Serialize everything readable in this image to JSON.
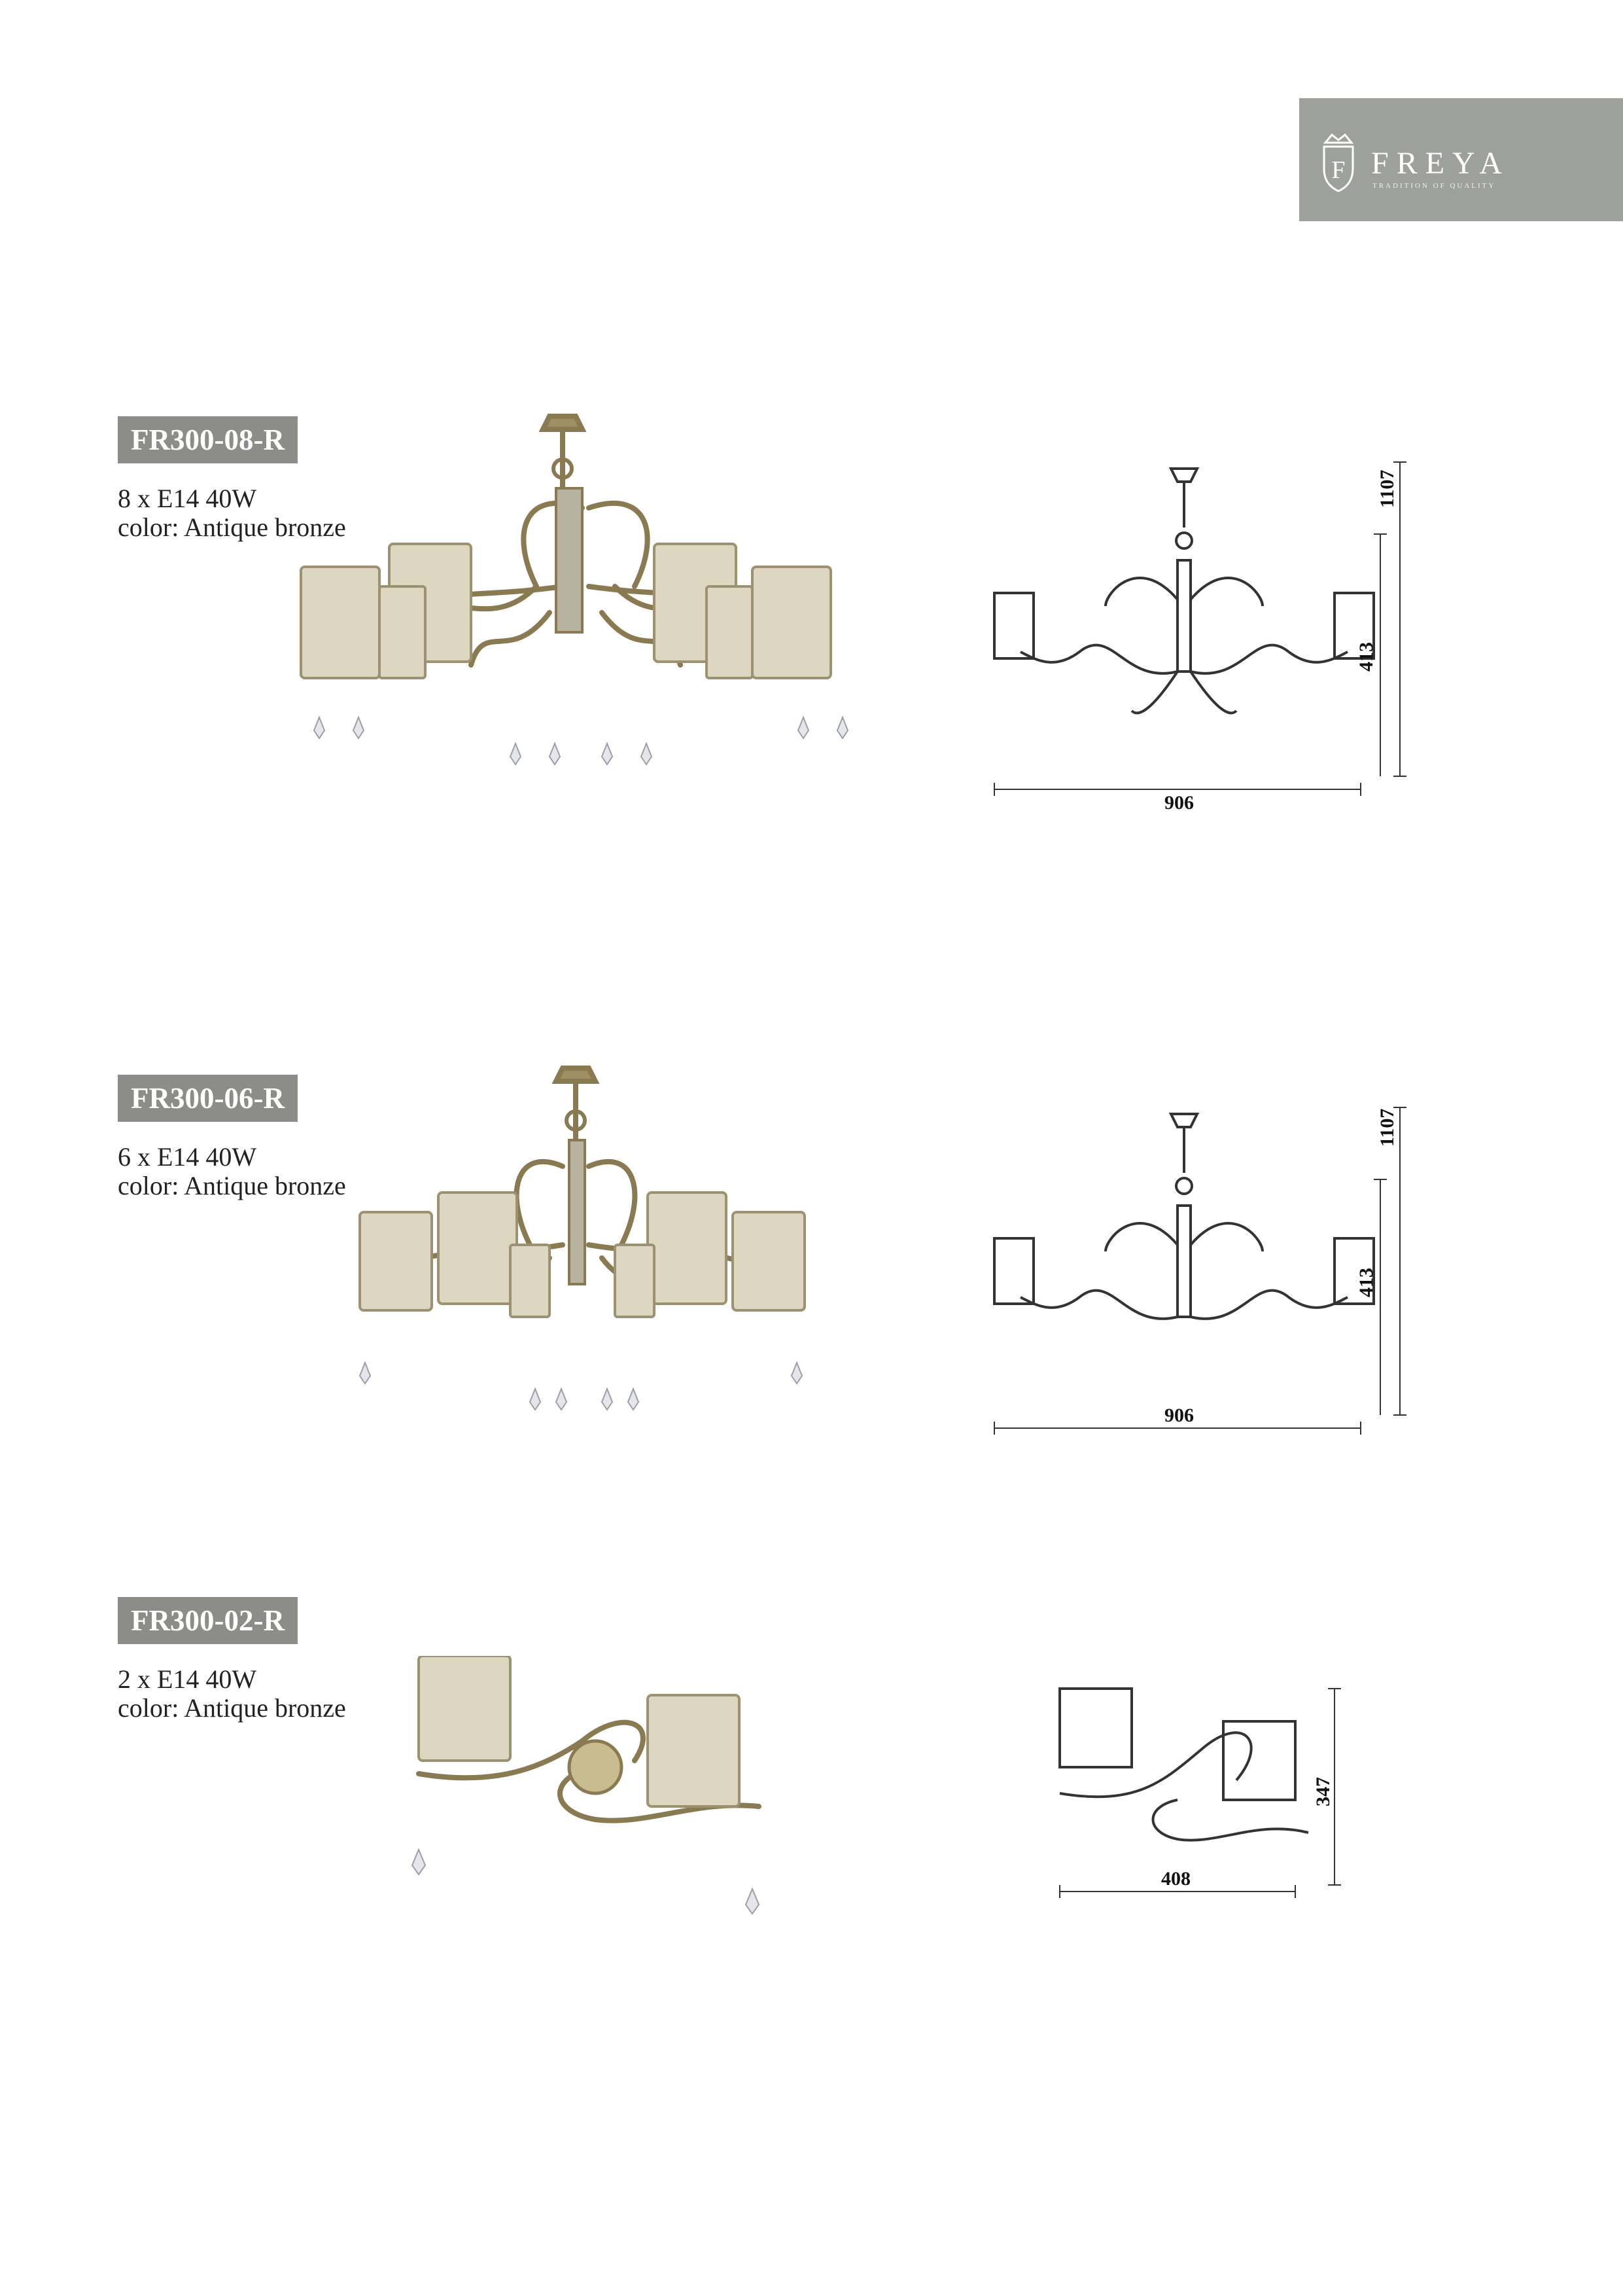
{
  "brand": {
    "name": "FREYA",
    "tagline": "TRADITION OF QUALITY",
    "colors": {
      "badge": "#9ea09b",
      "code_badge": "#8c8c88",
      "bronze": "#8a7a52"
    },
    "icons": [
      "crest-logo"
    ]
  },
  "products": [
    {
      "code": "FR300-08-R",
      "lamps": "8 x E14 40W",
      "color": "color: Antique bronze",
      "dims": {
        "height": "1107",
        "body_height": "413",
        "width": "906"
      }
    },
    {
      "code": "FR300-06-R",
      "lamps": "6 x E14 40W",
      "color": "color: Antique bronze",
      "dims": {
        "height": "1107",
        "body_height": "413",
        "width": "906"
      }
    },
    {
      "code": "FR300-02-R",
      "lamps": "2 x E14 40W",
      "color": "color: Antique bronze",
      "dims": {
        "height": "347",
        "width": "408"
      }
    }
  ]
}
